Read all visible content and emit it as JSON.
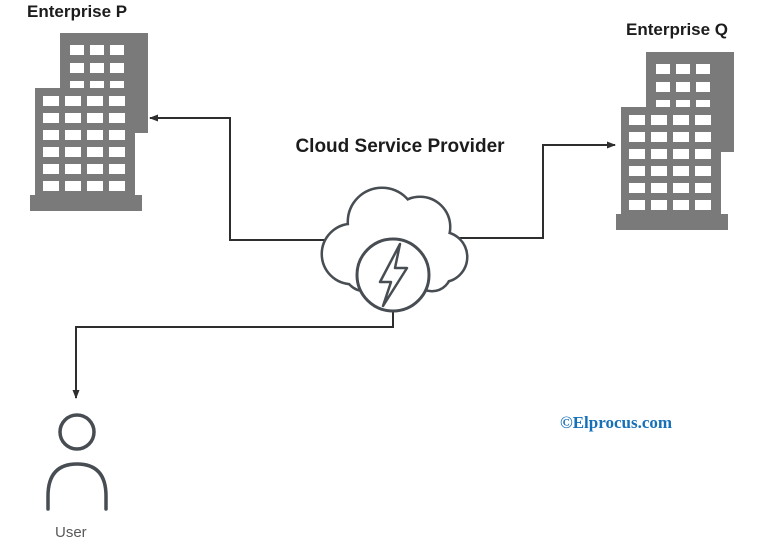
{
  "diagram": {
    "nodes": {
      "enterprise_p": {
        "label": "Enterprise P",
        "icon": "office-building-icon"
      },
      "enterprise_q": {
        "label": "Enterprise Q",
        "icon": "office-building-icon"
      },
      "cloud_service_provider": {
        "label": "Cloud Service Provider",
        "icon": "cloud-lightning-icon"
      },
      "user": {
        "label": "User",
        "icon": "person-icon"
      }
    },
    "edges": [
      {
        "from": "cloud_service_provider",
        "to": "enterprise_p",
        "arrow": "to"
      },
      {
        "from": "cloud_service_provider",
        "to": "enterprise_q",
        "arrow": "to"
      },
      {
        "from": "cloud_service_provider",
        "to": "user",
        "arrow": "to"
      }
    ],
    "watermark": "©Elprocus.com",
    "colors": {
      "background": "#ffffff",
      "building_gray": "#7a7a7a",
      "window_white": "#ffffff",
      "outline_dark": "#474d52",
      "connector_black": "#2e2e2e",
      "label_black": "#1c1c1c",
      "user_label_gray": "#595959",
      "watermark_blue": "#1670b8"
    }
  }
}
